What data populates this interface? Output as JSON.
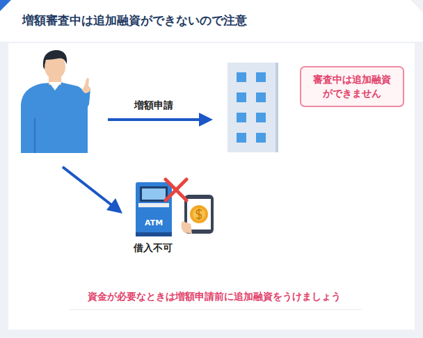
{
  "diagram": {
    "title": "増額審査中は追加融資ができないので注意",
    "nodes": [
      {
        "text": [
          "審査中は追加融資 ができません"
        ]
      }
    ],
    "labels": [
      "増額申請",
      "ATM",
      "借入不可",
      "資金が必要なときは増額申請前に追加融資をうけましょう"
    ]
  }
}
